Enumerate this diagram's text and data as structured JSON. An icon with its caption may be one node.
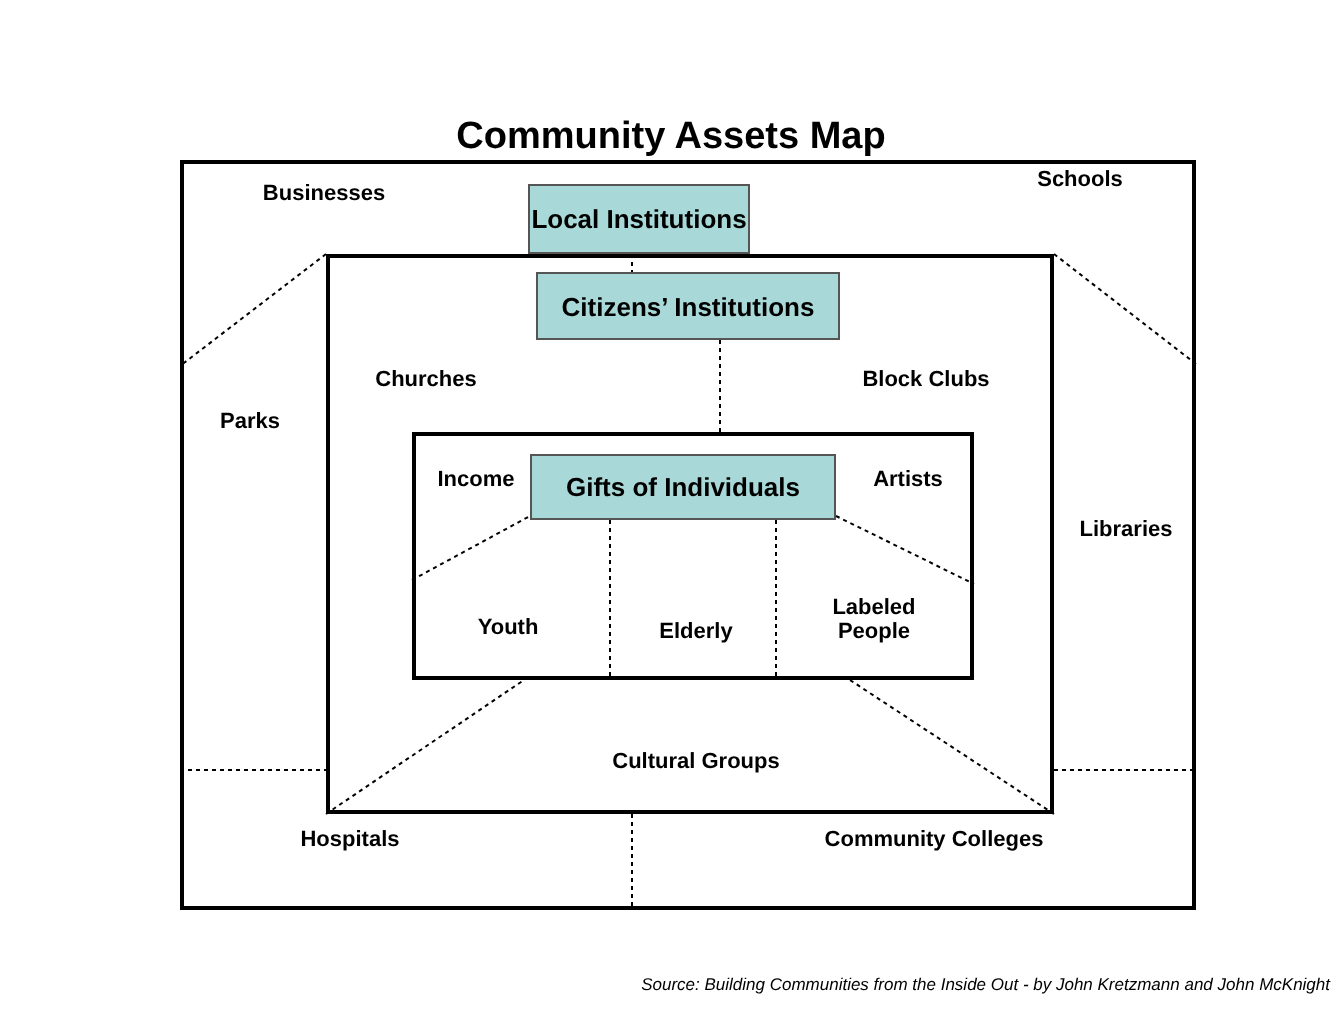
{
  "diagram": {
    "title": "Community Assets Map",
    "caption": "Source: Building Communities from the Inside Out - by John Kretzmann and John McKnight",
    "nodes": [
      {
        "text": [],
        "shape": "box"
      },
      {
        "text": [
          "Local Institutions"
        ],
        "in": 0
      },
      {
        "text": [],
        "shape": "box",
        "in": 0
      },
      {
        "text": [
          "Citizens’ Institutions"
        ],
        "in": 2
      },
      {
        "text": [],
        "shape": "box",
        "in": 2
      },
      {
        "text": [
          "Gifts of Individuals"
        ],
        "in": 4
      }
    ],
    "edges": [
      {
        "from": 1,
        "to": 3,
        "arrow": "none",
        "style": "dashed"
      },
      {
        "from": 3,
        "to": 4,
        "arrow": "none",
        "style": "dashed"
      }
    ],
    "labels": [
      "Businesses",
      "Schools",
      "Parks",
      "Churches",
      "Block Clubs",
      "Libraries",
      "Income",
      "Artists",
      "Youth",
      "Elderly",
      "Labeled People",
      "Cultural Groups",
      "Hospitals",
      "Community Colleges"
    ]
  }
}
